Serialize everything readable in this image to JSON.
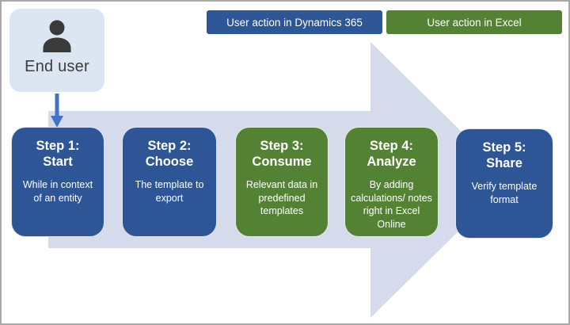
{
  "legend": {
    "dynamics_label": "User action in Dynamics 365",
    "excel_label": "User action in Excel"
  },
  "actor": {
    "label": "End user"
  },
  "steps": [
    {
      "step_label": "Step 1:",
      "action": "Start",
      "description": "While in context of an entity",
      "type": "dynamics"
    },
    {
      "step_label": "Step 2:",
      "action": "Choose",
      "description": "The template to export",
      "type": "dynamics"
    },
    {
      "step_label": "Step 3:",
      "action": "Consume",
      "description": "Relevant data in predefined templates",
      "type": "excel"
    },
    {
      "step_label": "Step 4:",
      "action": "Analyze",
      "description": "By adding calculations/ notes right in Excel Online",
      "type": "excel"
    },
    {
      "step_label": "Step 5:",
      "action": "Share",
      "description": "Verify template format",
      "type": "dynamics"
    }
  ],
  "colors": {
    "dynamics-blue": "#2E5596",
    "excel-green": "#548235",
    "arrow-fill": "#D6DBEC",
    "actor-bg": "#DCE6F2",
    "connector-blue": "#4472C4",
    "icon-gray": "#3A3A3A",
    "frame-border": "#A9A9A9"
  }
}
